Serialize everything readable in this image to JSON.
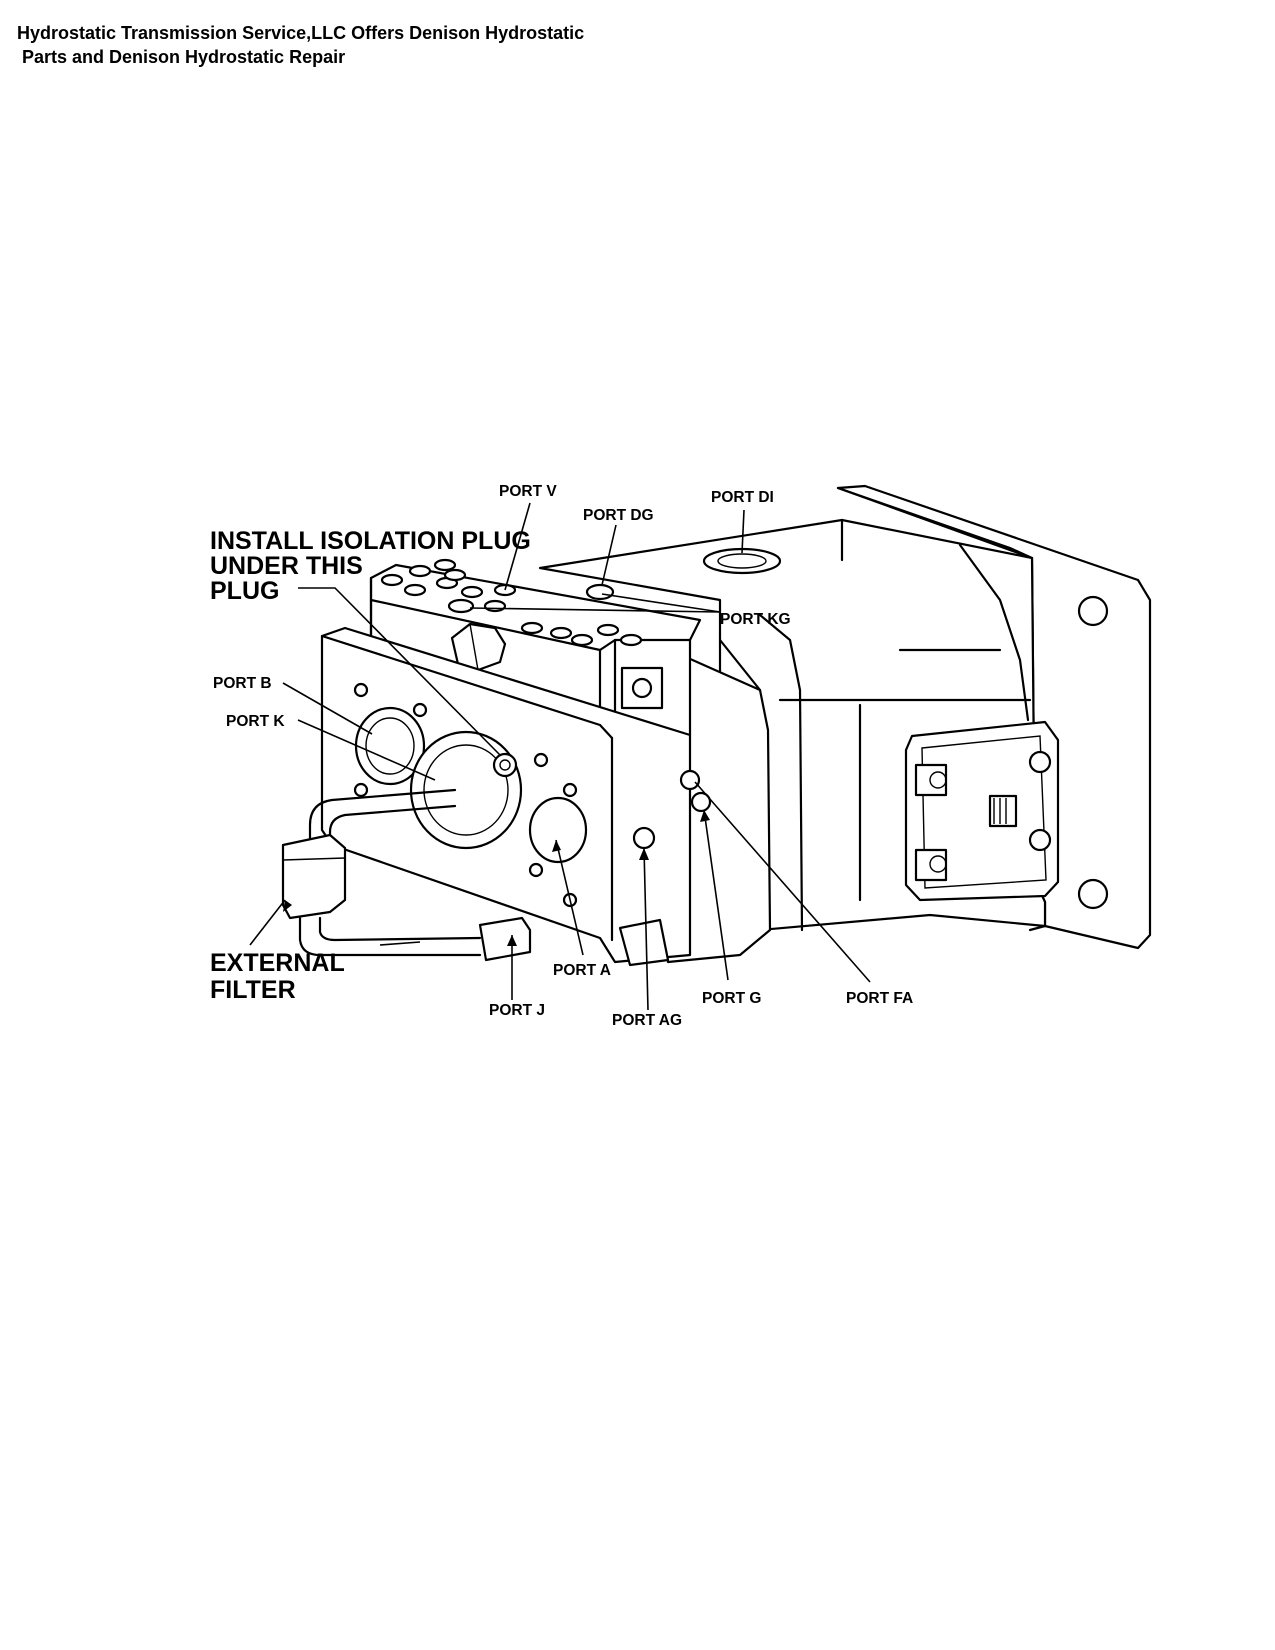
{
  "header": {
    "line1": "Hydrostatic Transmission Service,LLC Offers Denison Hydrostatic",
    "line2": " Parts and Denison Hydrostatic Repair"
  },
  "labels": {
    "port_v": "PORT V",
    "port_dg": "PORT DG",
    "port_di": "PORT DI",
    "port_kg": "PORT KG",
    "install_1": "INSTALL ISOLATION PLUG",
    "install_2": "UNDER THIS",
    "install_3": "PLUG",
    "port_b": "PORT B",
    "port_k": "PORT K",
    "external_1": "EXTERNAL",
    "external_2": "FILTER",
    "port_a": "PORT A",
    "port_j": "PORT J",
    "port_ag": "PORT AG",
    "port_g": "PORT G",
    "port_fa": "PORT FA"
  }
}
